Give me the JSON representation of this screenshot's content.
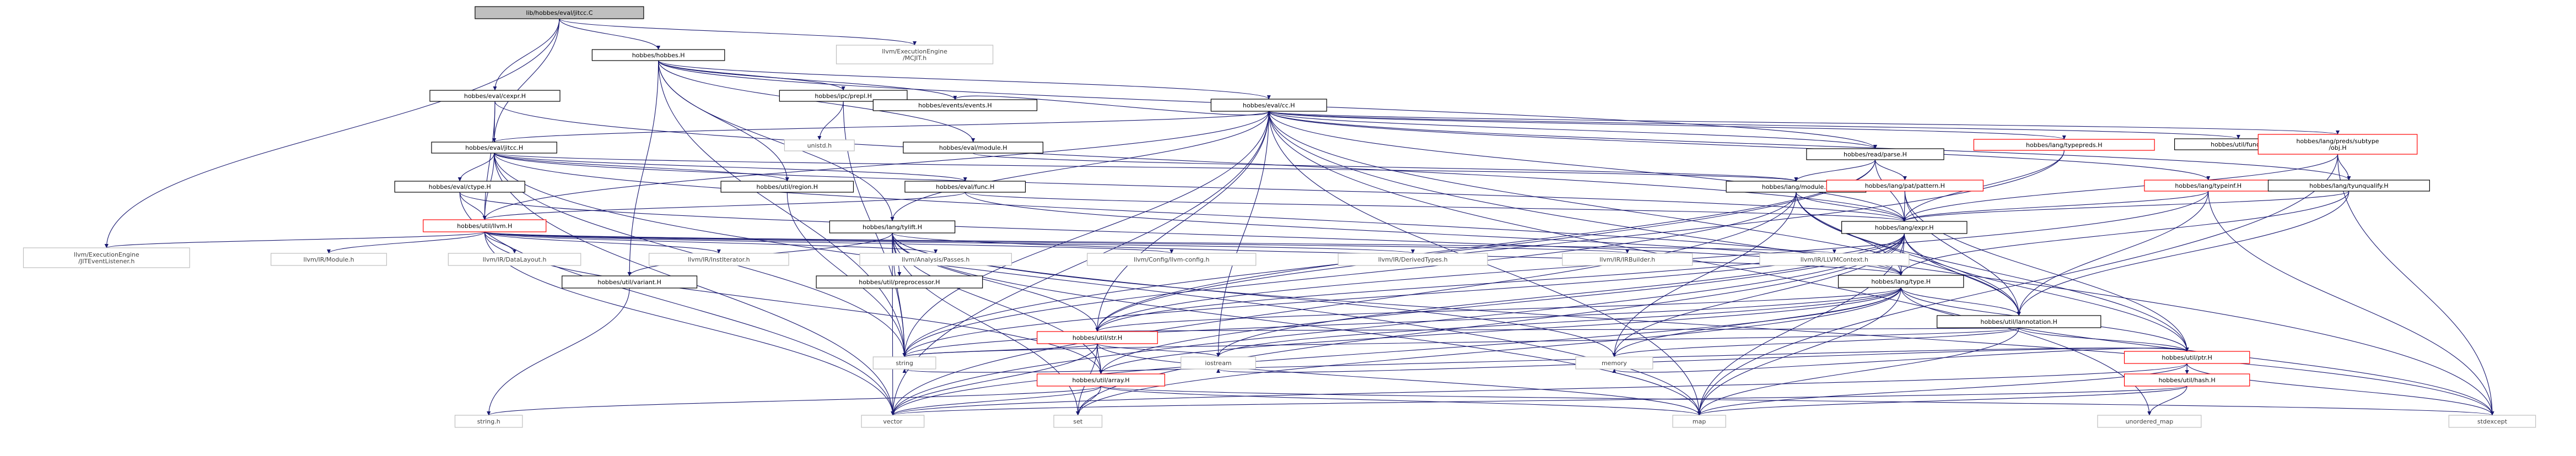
{
  "colors": {
    "edge": "#191970",
    "root_fill": "#bfbfbf",
    "node_stroke": "#000000",
    "node_text": "#000000",
    "red_stroke": "#ff0000",
    "system_stroke": "#bfbfbf",
    "system_text": "#3f3f3f"
  },
  "nodes": [
    {
      "id": "root",
      "label": "lib/hobbes/eval/jitcc.C",
      "style": "root"
    },
    {
      "id": "hobbes_H",
      "label": "hobbes/hobbes.H",
      "style": "normal"
    },
    {
      "id": "ee_mcjit",
      "label": "llvm/ExecutionEngine\n/MCJIT.h",
      "style": "system"
    },
    {
      "id": "cexpr_H",
      "label": "hobbes/eval/cexpr.H",
      "style": "normal"
    },
    {
      "id": "ipc_prepl",
      "label": "hobbes/ipc/prepl.H",
      "style": "normal"
    },
    {
      "id": "events",
      "label": "hobbes/events/events.H",
      "style": "normal"
    },
    {
      "id": "unistd",
      "label": "unistd.h",
      "style": "system"
    },
    {
      "id": "cc_H",
      "label": "hobbes/eval/cc.H",
      "style": "normal"
    },
    {
      "id": "util_func",
      "label": "hobbes/util/func.H",
      "style": "normal"
    },
    {
      "id": "prodsubtype",
      "label": "hobbes/lang/preds/subtype\n/obj.H",
      "style": "red"
    },
    {
      "id": "jitcc_H",
      "label": "hobbes/eval/jitcc.H",
      "style": "normal"
    },
    {
      "id": "evalmodule",
      "label": "hobbes/eval/module.H",
      "style": "normal"
    },
    {
      "id": "read_parse",
      "label": "hobbes/read/parse.H",
      "style": "normal"
    },
    {
      "id": "typepreds",
      "label": "hobbes/lang/typepreds.H",
      "style": "red"
    },
    {
      "id": "ctype",
      "label": "hobbes/eval/ctype.H",
      "style": "normal"
    },
    {
      "id": "region",
      "label": "hobbes/util/region.H",
      "style": "normal"
    },
    {
      "id": "evalfunc",
      "label": "hobbes/eval/func.H",
      "style": "normal"
    },
    {
      "id": "langmodule",
      "label": "hobbes/lang/module.H",
      "style": "normal"
    },
    {
      "id": "patpattern",
      "label": "hobbes/lang/pat/pattern.H",
      "style": "red"
    },
    {
      "id": "typeinf",
      "label": "hobbes/lang/typeinf.H",
      "style": "red"
    },
    {
      "id": "tyunqualify",
      "label": "hobbes/lang/tyunqualify.H",
      "style": "normal"
    },
    {
      "id": "llvm_H",
      "label": "hobbes/util/llvm.H",
      "style": "red"
    },
    {
      "id": "tylift",
      "label": "hobbes/lang/tylift.H",
      "style": "normal"
    },
    {
      "id": "expr_H",
      "label": "hobbes/lang/expr.H",
      "style": "normal"
    },
    {
      "id": "jitlistener",
      "label": "llvm/ExecutionEngine\n/JITEventListener.h",
      "style": "system"
    },
    {
      "id": "irmodule",
      "label": "llvm/IR/Module.h",
      "style": "system"
    },
    {
      "id": "irdatalayout",
      "label": "llvm/IR/DataLayout.h",
      "style": "system"
    },
    {
      "id": "irinstiter",
      "label": "llvm/IR/InstIterator.h",
      "style": "system"
    },
    {
      "id": "analysis",
      "label": "llvm/Analysis/Passes.h",
      "style": "system"
    },
    {
      "id": "llvmconfig",
      "label": "llvm/Config/llvm-config.h",
      "style": "system"
    },
    {
      "id": "derivedtypes",
      "label": "llvm/IR/DerivedTypes.h",
      "style": "system"
    },
    {
      "id": "irbuilder",
      "label": "llvm/IR/IRBuilder.h",
      "style": "system"
    },
    {
      "id": "llvmcontext",
      "label": "llvm/IR/LLVMContext.h",
      "style": "system"
    },
    {
      "id": "variant",
      "label": "hobbes/util/variant.H",
      "style": "normal"
    },
    {
      "id": "preprocessor",
      "label": "hobbes/util/preprocessor.H",
      "style": "normal"
    },
    {
      "id": "type_H",
      "label": "hobbes/lang/type.H",
      "style": "normal"
    },
    {
      "id": "lannotation",
      "label": "hobbes/util/lannotation.H",
      "style": "normal"
    },
    {
      "id": "str_H",
      "label": "hobbes/util/str.H",
      "style": "red"
    },
    {
      "id": "ptr_H",
      "label": "hobbes/util/ptr.H",
      "style": "red"
    },
    {
      "id": "string",
      "label": "string",
      "style": "system"
    },
    {
      "id": "iostream",
      "label": "iostream",
      "style": "system"
    },
    {
      "id": "memory",
      "label": "memory",
      "style": "system"
    },
    {
      "id": "array_H",
      "label": "hobbes/util/array.H",
      "style": "red"
    },
    {
      "id": "hash_H",
      "label": "hobbes/util/hash.H",
      "style": "red"
    },
    {
      "id": "string_h",
      "label": "string.h",
      "style": "system"
    },
    {
      "id": "vector",
      "label": "vector",
      "style": "system"
    },
    {
      "id": "set",
      "label": "set",
      "style": "system"
    },
    {
      "id": "map",
      "label": "map",
      "style": "system"
    },
    {
      "id": "unordered_map",
      "label": "unordered_map",
      "style": "system"
    },
    {
      "id": "stdexcept",
      "label": "stdexcept",
      "style": "system"
    }
  ],
  "edges": [
    [
      "root",
      "hobbes_H"
    ],
    [
      "root",
      "ee_mcjit"
    ],
    [
      "root",
      "cexpr_H"
    ],
    [
      "root",
      "jitcc_H"
    ],
    [
      "root",
      "jitlistener"
    ],
    [
      "hobbes_H",
      "cc_H"
    ],
    [
      "hobbes_H",
      "ipc_prepl"
    ],
    [
      "hobbes_H",
      "events"
    ],
    [
      "hobbes_H",
      "evalmodule"
    ],
    [
      "hobbes_H",
      "read_parse"
    ],
    [
      "hobbes_H",
      "region"
    ],
    [
      "hobbes_H",
      "tylift"
    ],
    [
      "hobbes_H",
      "variant"
    ],
    [
      "hobbes_H",
      "string"
    ],
    [
      "cexpr_H",
      "jitcc_H"
    ],
    [
      "cexpr_H",
      "llvm_H"
    ],
    [
      "cexpr_H",
      "expr_H"
    ],
    [
      "ipc_prepl",
      "unistd"
    ],
    [
      "ipc_prepl",
      "string"
    ],
    [
      "events",
      "cc_H"
    ],
    [
      "cc_H",
      "util_func"
    ],
    [
      "cc_H",
      "prodsubtype"
    ],
    [
      "cc_H",
      "typepreds"
    ],
    [
      "cc_H",
      "jitcc_H"
    ],
    [
      "cc_H",
      "read_parse"
    ],
    [
      "cc_H",
      "typeinf"
    ],
    [
      "cc_H",
      "tyunqualify"
    ],
    [
      "cc_H",
      "llvm_H"
    ],
    [
      "cc_H",
      "tylift"
    ],
    [
      "cc_H",
      "str_H"
    ],
    [
      "cc_H",
      "lannotation"
    ],
    [
      "cc_H",
      "expr_H"
    ],
    [
      "cc_H",
      "iostream"
    ],
    [
      "cc_H",
      "map"
    ],
    [
      "cc_H",
      "stdexcept"
    ],
    [
      "cc_H",
      "vector"
    ],
    [
      "cc_H",
      "string"
    ],
    [
      "cc_H",
      "unordered_map"
    ],
    [
      "prodsubtype",
      "tyunqualify"
    ],
    [
      "prodsubtype",
      "map"
    ],
    [
      "prodsubtype",
      "stdexcept"
    ],
    [
      "prodsubtype",
      "expr_H"
    ],
    [
      "jitcc_H",
      "ctype"
    ],
    [
      "jitcc_H",
      "region"
    ],
    [
      "jitcc_H",
      "evalfunc"
    ],
    [
      "jitcc_H",
      "llvm_H"
    ],
    [
      "jitcc_H",
      "expr_H"
    ],
    [
      "jitcc_H",
      "type_H"
    ],
    [
      "jitcc_H",
      "vector"
    ],
    [
      "jitcc_H",
      "string"
    ],
    [
      "jitcc_H",
      "map"
    ],
    [
      "jitcc_H",
      "langmodule"
    ],
    [
      "evalmodule",
      "langmodule"
    ],
    [
      "read_parse",
      "langmodule"
    ],
    [
      "read_parse",
      "patpattern"
    ],
    [
      "read_parse",
      "expr_H"
    ],
    [
      "read_parse",
      "string"
    ],
    [
      "read_parse",
      "str_H"
    ],
    [
      "typepreds",
      "expr_H"
    ],
    [
      "typepreds",
      "str_H"
    ],
    [
      "ctype",
      "llvm_H"
    ],
    [
      "ctype",
      "type_H"
    ],
    [
      "ctype",
      "vector"
    ],
    [
      "region",
      "string"
    ],
    [
      "evalfunc",
      "llvm_H"
    ],
    [
      "evalfunc",
      "type_H"
    ],
    [
      "evalfunc",
      "expr_H"
    ],
    [
      "langmodule",
      "expr_H"
    ],
    [
      "langmodule",
      "type_H"
    ],
    [
      "langmodule",
      "lannotation"
    ],
    [
      "langmodule",
      "string"
    ],
    [
      "langmodule",
      "vector"
    ],
    [
      "langmodule",
      "memory"
    ],
    [
      "langmodule",
      "ptr_H"
    ],
    [
      "patpattern",
      "expr_H"
    ],
    [
      "patpattern",
      "lannotation"
    ],
    [
      "patpattern",
      "ptr_H"
    ],
    [
      "typeinf",
      "expr_H"
    ],
    [
      "typeinf",
      "str_H"
    ],
    [
      "typeinf",
      "lannotation"
    ],
    [
      "typeinf",
      "stdexcept"
    ],
    [
      "tyunqualify",
      "expr_H"
    ],
    [
      "tyunqualify",
      "type_H"
    ],
    [
      "tyunqualify",
      "lannotation"
    ],
    [
      "llvm_H",
      "jitlistener"
    ],
    [
      "llvm_H",
      "irmodule"
    ],
    [
      "llvm_H",
      "irdatalayout"
    ],
    [
      "llvm_H",
      "irinstiter"
    ],
    [
      "llvm_H",
      "analysis"
    ],
    [
      "llvm_H",
      "llvmconfig"
    ],
    [
      "llvm_H",
      "derivedtypes"
    ],
    [
      "llvm_H",
      "irbuilder"
    ],
    [
      "llvm_H",
      "llvmcontext"
    ],
    [
      "llvm_H",
      "array_H"
    ],
    [
      "llvm_H",
      "vector"
    ],
    [
      "tylift",
      "type_H"
    ],
    [
      "tylift",
      "preprocessor"
    ],
    [
      "tylift",
      "variant"
    ],
    [
      "tylift",
      "str_H"
    ],
    [
      "tylift",
      "array_H"
    ],
    [
      "tylift",
      "string"
    ],
    [
      "tylift",
      "vector"
    ],
    [
      "tylift",
      "map"
    ],
    [
      "tylift",
      "set"
    ],
    [
      "tylift",
      "memory"
    ],
    [
      "tylift",
      "stdexcept"
    ],
    [
      "expr_H",
      "type_H"
    ],
    [
      "expr_H",
      "lannotation"
    ],
    [
      "expr_H",
      "str_H"
    ],
    [
      "expr_H",
      "array_H"
    ],
    [
      "expr_H",
      "ptr_H"
    ],
    [
      "expr_H",
      "string"
    ],
    [
      "expr_H",
      "vector"
    ],
    [
      "expr_H",
      "set"
    ],
    [
      "expr_H",
      "map"
    ],
    [
      "expr_H",
      "iostream"
    ],
    [
      "expr_H",
      "memory"
    ],
    [
      "variant",
      "string_h"
    ],
    [
      "type_H",
      "lannotation"
    ],
    [
      "type_H",
      "str_H"
    ],
    [
      "type_H",
      "ptr_H"
    ],
    [
      "type_H",
      "array_H"
    ],
    [
      "type_H",
      "string"
    ],
    [
      "type_H",
      "iostream"
    ],
    [
      "type_H",
      "memory"
    ],
    [
      "type_H",
      "map"
    ],
    [
      "type_H",
      "set"
    ],
    [
      "type_H",
      "vector"
    ],
    [
      "type_H",
      "stdexcept"
    ],
    [
      "lannotation",
      "str_H"
    ],
    [
      "lannotation",
      "ptr_H"
    ],
    [
      "lannotation",
      "map"
    ],
    [
      "lannotation",
      "string"
    ],
    [
      "lannotation",
      "memory"
    ],
    [
      "str_H",
      "array_H"
    ],
    [
      "str_H",
      "string"
    ],
    [
      "str_H",
      "vector"
    ],
    [
      "str_H",
      "set"
    ],
    [
      "str_H",
      "map"
    ],
    [
      "str_H",
      "iostream"
    ],
    [
      "ptr_H",
      "hash_H"
    ],
    [
      "ptr_H",
      "string"
    ],
    [
      "ptr_H",
      "iostream"
    ],
    [
      "ptr_H",
      "memory"
    ],
    [
      "ptr_H",
      "map"
    ],
    [
      "ptr_H",
      "vector"
    ],
    [
      "ptr_H",
      "stdexcept"
    ],
    [
      "array_H",
      "string_h"
    ],
    [
      "array_H",
      "vector"
    ],
    [
      "array_H",
      "set"
    ],
    [
      "array_H",
      "map"
    ],
    [
      "array_H",
      "stdexcept"
    ],
    [
      "hash_H",
      "unordered_map"
    ],
    [
      "hash_H",
      "map"
    ],
    [
      "hash_H",
      "vector"
    ]
  ]
}
